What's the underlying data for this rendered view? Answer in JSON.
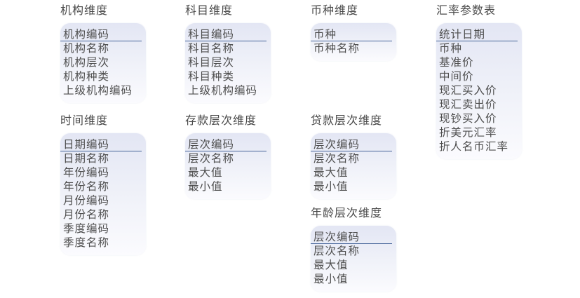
{
  "tables": [
    {
      "id": "org",
      "title": "机构维度",
      "fields": [
        "机构编码",
        "机构名称",
        "机构层次",
        "机构种类",
        "上级机构编码"
      ]
    },
    {
      "id": "subject",
      "title": "科目维度",
      "fields": [
        "科目编码",
        "科目名称",
        "科目层次",
        "科目种类",
        "上级机构编码"
      ]
    },
    {
      "id": "currency",
      "title": "币种维度",
      "fields": [
        "币种",
        "币种名称"
      ]
    },
    {
      "id": "fx",
      "title": "汇率参数表",
      "fields": [
        "统计日期",
        "币种",
        "基准价",
        "中间价",
        "现汇买入价",
        "现汇卖出价",
        "现钞买入价",
        "折美元汇率",
        "折人名币汇率"
      ]
    },
    {
      "id": "time",
      "title": "时间维度",
      "fields": [
        "日期编码",
        "日期名称",
        "年份编码",
        "年份名称",
        "月份编码",
        "月份名称",
        "季度编码",
        "季度名称"
      ]
    },
    {
      "id": "deposit",
      "title": "存款层次维度",
      "fields": [
        "层次编码",
        "层次名称",
        "最大值",
        "最小值"
      ]
    },
    {
      "id": "loan",
      "title": "贷款层次维度",
      "fields": [
        "层次编码",
        "层次名称",
        "最大值",
        "最小值"
      ]
    },
    {
      "id": "age",
      "title": "年龄层次维度",
      "fields": [
        "层次编码",
        "层次名称",
        "最大值",
        "最小值"
      ]
    }
  ],
  "colors": {
    "key_underline": "#47659a",
    "card_top": "#e3e6f4",
    "card_bottom": "#fbfbfe",
    "text": "#4a4a4a"
  }
}
